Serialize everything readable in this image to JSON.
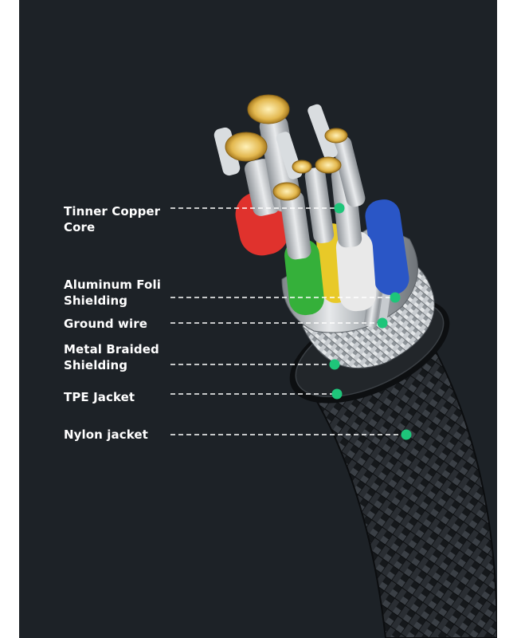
{
  "accent_color": "#1ec57a",
  "background_color": "#1d2227",
  "callouts": [
    {
      "label": "Tinner Copper Core"
    },
    {
      "label": "Aluminum Foli Shielding"
    },
    {
      "label": "Ground wire"
    },
    {
      "label": "Metal Braided Shielding"
    },
    {
      "label": "TPE Jacket"
    },
    {
      "label": "Nylon jacket"
    }
  ],
  "labels": {
    "tinner_1": "Tinner Copper",
    "tinner_2": "Core",
    "foil_1": "Aluminum Foli",
    "foil_2": "Shielding",
    "ground": "Ground wire",
    "braid_1": "Metal Braided",
    "braid_2": "Shielding",
    "tpe": "TPE Jacket",
    "nylon": "Nylon jacket"
  },
  "wires": [
    {
      "color_name": "red",
      "color": "#e0322d"
    },
    {
      "color_name": "yellow",
      "color": "#e8c928"
    },
    {
      "color_name": "green",
      "color": "#35b03a"
    },
    {
      "color_name": "white",
      "color": "#e9e9e9"
    },
    {
      "color_name": "blue",
      "color": "#2a56c6"
    }
  ]
}
